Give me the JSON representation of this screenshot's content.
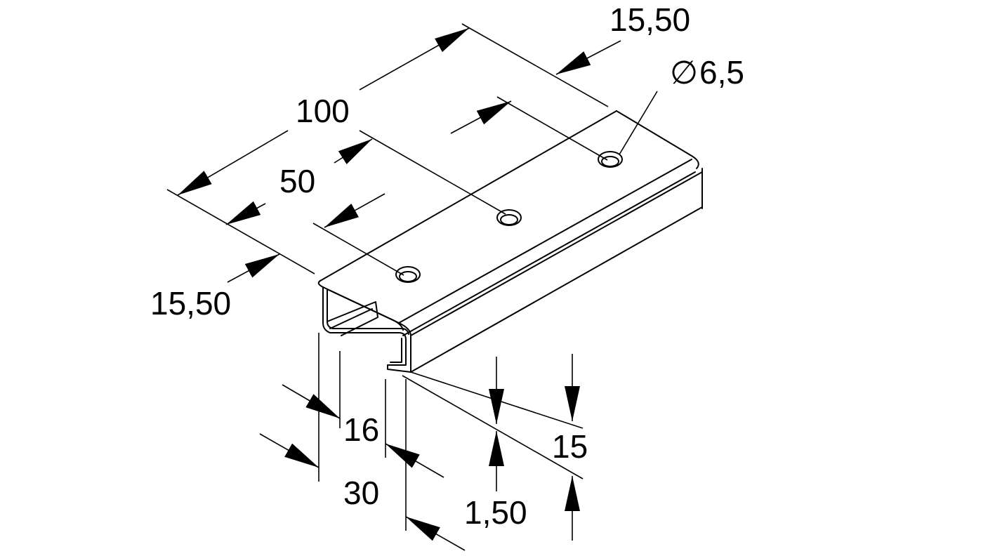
{
  "diagram": {
    "type": "technical drawing",
    "subject": "C-channel profile bracket with three mounting holes",
    "line_color": "#000000",
    "background_color": "#ffffff",
    "dimensions": {
      "length_total": "100",
      "hole_pitch": "50",
      "edge_offset_front": "15,50",
      "edge_offset_rear": "15,50",
      "hole_diameter": "6,5",
      "hole_diameter_symbol": "∅",
      "inner_width": "16",
      "outer_width": "30",
      "material_thickness": "1,50",
      "height": "15"
    }
  }
}
